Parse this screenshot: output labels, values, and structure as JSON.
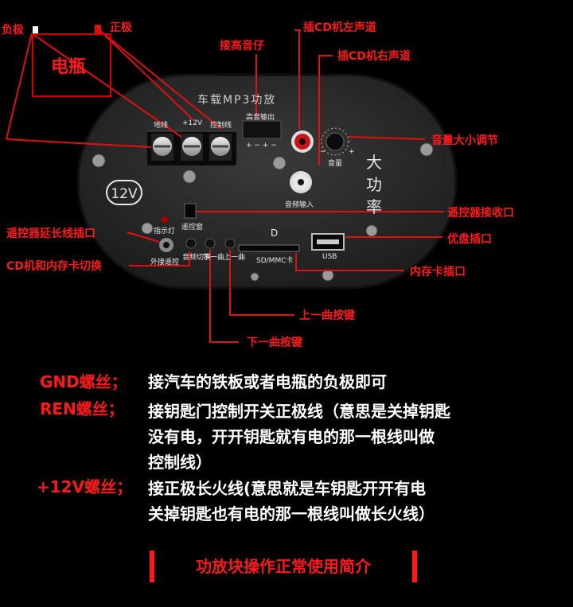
{
  "top_labels": {
    "negative": "负极",
    "positive": "正极",
    "battery": "电瓶",
    "tweeter": "接高音仔",
    "cd_left": "插CD机左声道",
    "cd_right": "插CD机右声道",
    "volume": "音量大小调节",
    "remote_receiver": "遥控器接收口",
    "remote_extension": "遥控器延长线插口",
    "usb_slot": "优盘插口",
    "cd_card_switch": "CD机和内存卡切换",
    "card_slot": "内存卡插口",
    "prev_button": "上一曲按键",
    "next_button": "下一曲按键"
  },
  "panel": {
    "title": "车载MP3功放",
    "terminal_gnd": "地线",
    "terminal_12v": "+12V",
    "terminal_ctrl": "控制线",
    "tweeter_out": "高音输出",
    "tweeter_signs": "+ − + −",
    "audio_in": "音频输入",
    "volume": "音量",
    "volume_minus": "−",
    "volume_plus": "+",
    "big_power": "大功率",
    "v12": "12V",
    "indicator": "指示灯",
    "remote_window": "遥控窗",
    "external_remote": "外接遥控",
    "switch_btn": "音频切换",
    "next_btn": "下一曲",
    "prev_btn": "上一曲",
    "card": "SD/MMC卡",
    "usb": "USB",
    "d_mark": "D"
  },
  "descriptions": [
    {
      "key": "GND螺丝；",
      "lines": [
        "接汽车的铁板或者电瓶的负极即可"
      ]
    },
    {
      "key": "REN螺丝；",
      "lines": [
        "接钥匙门控制开关正极线（意思是关掉钥匙",
        "没有电，开开钥匙就有电的那一根线叫做",
        "控制线）"
      ]
    },
    {
      "key": "+12V螺丝；",
      "lines": [
        "接正极长火线(意思就是车钥匙开开有电",
        "关掉钥匙也有电的那一根线叫做长火线）"
      ]
    }
  ],
  "footer": "功放块操作正常使用简介",
  "colors": {
    "accent": "#ff1a1a",
    "panel": "#2a2a2a",
    "background": "#000000"
  }
}
